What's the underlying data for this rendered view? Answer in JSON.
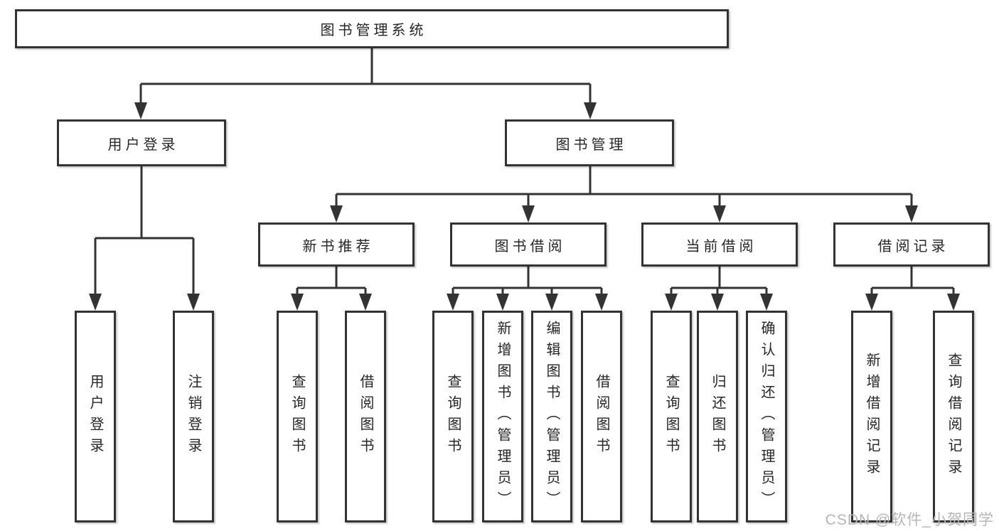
{
  "colors": {
    "line": "#333333",
    "text": "#262626",
    "watermark": "#b6b6b6",
    "background": "#ffffff"
  },
  "tree": {
    "label": "图书管理系统",
    "children": [
      {
        "label": "用户登录",
        "children": [
          {
            "label": "用户登录"
          },
          {
            "label": "注销登录"
          }
        ]
      },
      {
        "label": "图书管理",
        "children": [
          {
            "label": "新书推荐",
            "children": [
              {
                "label": "查询图书"
              },
              {
                "label": "借阅图书"
              }
            ]
          },
          {
            "label": "图书借阅",
            "children": [
              {
                "label": "查询图书"
              },
              {
                "label": "新增图书（管理员）"
              },
              {
                "label": "编辑图书（管理员）"
              },
              {
                "label": "借阅图书"
              }
            ]
          },
          {
            "label": "当前借阅",
            "children": [
              {
                "label": "查询图书"
              },
              {
                "label": "归还图书"
              },
              {
                "label": "确认归还（管理员）"
              }
            ]
          },
          {
            "label": "借阅记录",
            "children": [
              {
                "label": "新增借阅记录"
              },
              {
                "label": "查询借阅记录"
              }
            ]
          }
        ]
      }
    ]
  },
  "watermark": {
    "text": "CSDN @软件_小贺同学"
  }
}
